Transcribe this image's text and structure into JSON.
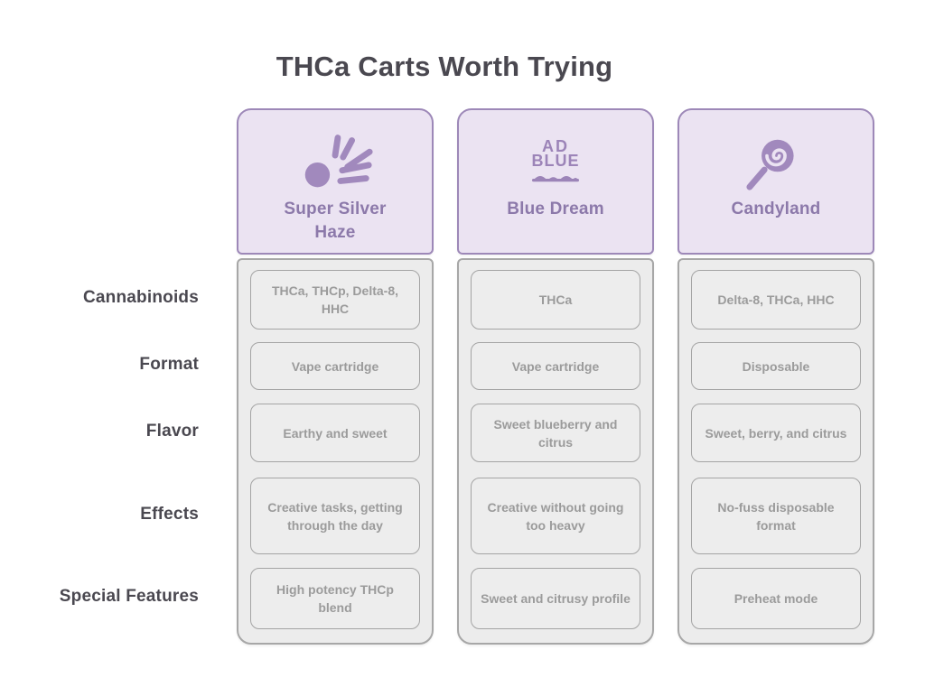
{
  "title": "THCa Carts Worth Trying",
  "row_labels": [
    "Cannabinoids",
    "Format",
    "Flavor",
    "Effects",
    "Special Features"
  ],
  "columns": [
    {
      "name": "Super Silver Haze",
      "icon": "sunburst-icon",
      "cells": [
        "THCa, THCp, Delta-8, HHC",
        "Vape cartridge",
        "Earthy and sweet",
        "Creative tasks, getting through the day",
        "High potency THCp blend"
      ]
    },
    {
      "name": "Blue Dream",
      "icon": "adblue-wave-logo-icon",
      "icon_text": {
        "line1": "AD",
        "line2": "BLUE"
      },
      "cells": [
        "THCa",
        "Vape cartridge",
        "Sweet blueberry and citrus",
        "Creative without going too heavy",
        "Sweet and citrusy profile"
      ]
    },
    {
      "name": "Candyland",
      "icon": "lollipop-icon",
      "cells": [
        "Delta-8, THCa, HHC",
        "Disposable",
        "Sweet, berry, and citrus",
        "No-fuss disposable format",
        "Preheat mode"
      ]
    }
  ],
  "colors": {
    "accent_purple": "#a189bd",
    "header_background": "#ebe3f2",
    "header_border": "#9d88b8",
    "header_text": "#8c79aa",
    "panel_background": "#ececec",
    "panel_border": "#a7a7a7",
    "cell_background": "#ededed",
    "cell_border": "#a4a4a4",
    "cell_text": "#9b9b9b",
    "heading_text": "#4a4850"
  },
  "chart_data": {
    "type": "table",
    "title": "THCa Carts Worth Trying",
    "row_headers": [
      "Cannabinoids",
      "Format",
      "Flavor",
      "Effects",
      "Special Features"
    ],
    "column_headers": [
      "Super Silver Haze",
      "Blue Dream",
      "Candyland"
    ],
    "rows": [
      [
        "THCa, THCp, Delta-8, HHC",
        "THCa",
        "Delta-8, THCa, HHC"
      ],
      [
        "Vape cartridge",
        "Vape cartridge",
        "Disposable"
      ],
      [
        "Earthy and sweet",
        "Sweet blueberry and citrus",
        "Sweet, berry, and citrus"
      ],
      [
        "Creative tasks, getting through the day",
        "Creative without going too heavy",
        "No-fuss disposable format"
      ],
      [
        "High potency THCp blend",
        "Sweet and citrusy profile",
        "Preheat mode"
      ]
    ]
  }
}
